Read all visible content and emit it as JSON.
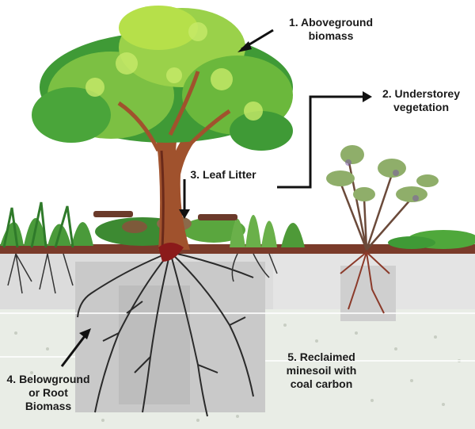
{
  "labels": {
    "aboveground": {
      "line1": "1. Aboveground",
      "line2": "biomass"
    },
    "understorey": {
      "line1": "2. Understorey",
      "line2": "vegetation"
    },
    "leaf_litter": {
      "line1": "3. Leaf Litter"
    },
    "belowground": {
      "line1": "4. Belowground",
      "line2": "or Root",
      "line3": "Biomass"
    },
    "minesoil": {
      "line1": "5. Reclaimed",
      "line2": "minesoil with",
      "line3": "coal carbon"
    }
  },
  "colors": {
    "canopy_light": "#b6e04a",
    "canopy_dark": "#3f9a36",
    "trunk": "#a0522d",
    "soil_top": "#d7d7d7",
    "soil_deep": "#e8ece4",
    "roots": "#2a2a2a",
    "root_red": "#8b1a1a",
    "arrow": "#111111"
  }
}
